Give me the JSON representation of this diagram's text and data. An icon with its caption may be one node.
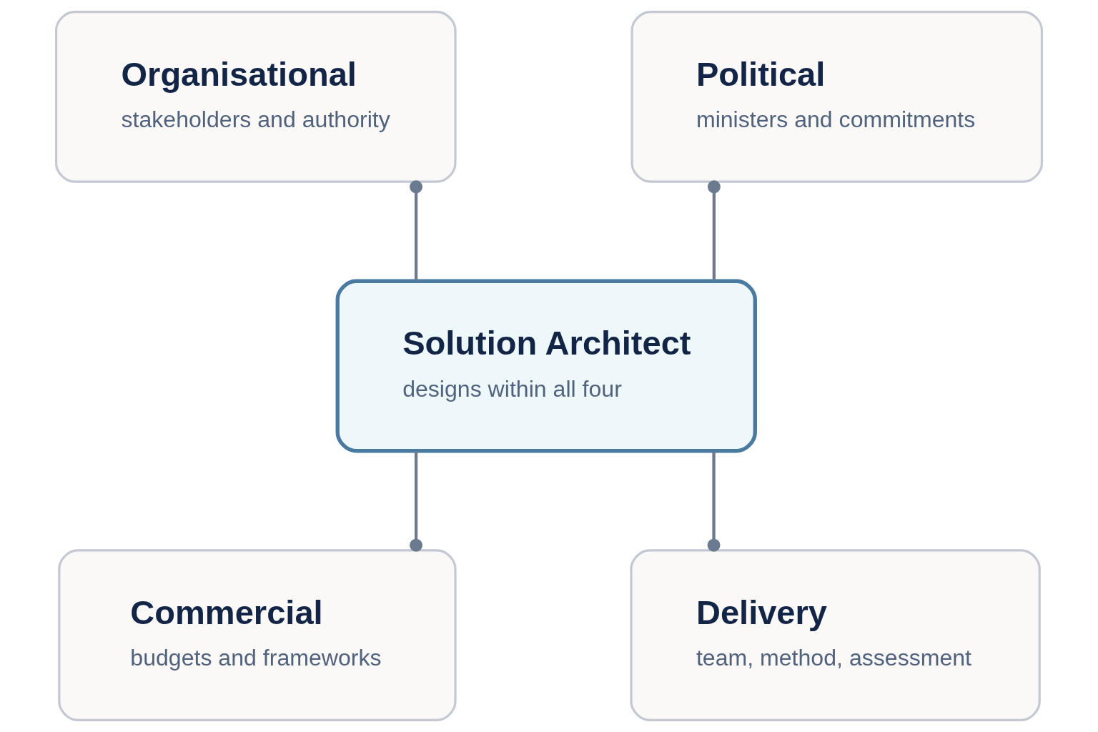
{
  "diagram": {
    "nodes": [
      {
        "text": [
          "Organisational",
          "stakeholders and authority"
        ]
      },
      {
        "text": [
          "Political",
          "ministers and commitments"
        ]
      },
      {
        "text": [
          "Solution Architect",
          "designs within all four"
        ]
      },
      {
        "text": [
          "Commercial",
          "budgets and frameworks"
        ]
      },
      {
        "text": [
          "Delivery",
          "team, method, assessment"
        ]
      }
    ],
    "edges": [
      {
        "from": 2,
        "to": 0,
        "arrow": "other"
      },
      {
        "from": 2,
        "to": 1,
        "arrow": "other"
      },
      {
        "from": 2,
        "to": 3,
        "arrow": "other"
      },
      {
        "from": 2,
        "to": 4,
        "arrow": "other"
      }
    ]
  }
}
